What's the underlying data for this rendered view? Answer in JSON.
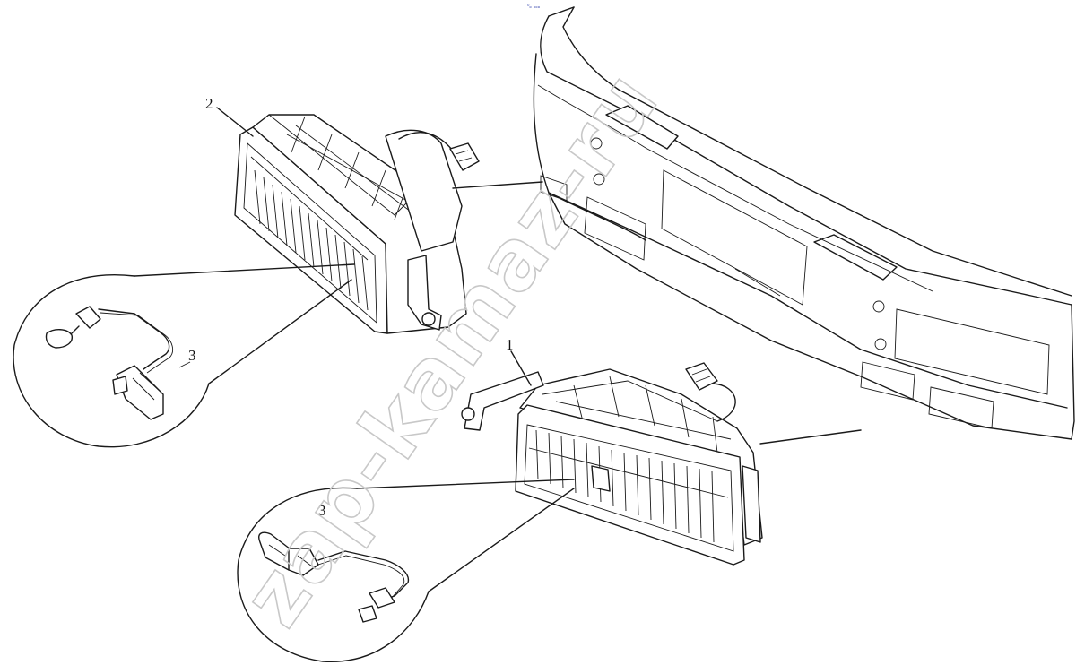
{
  "diagram": {
    "callouts": {
      "fog_lamp_right": "1",
      "fog_lamp_left": "2",
      "bulb_left": "3",
      "bulb_right": "3"
    },
    "watermark": "zap-kamaz-ru"
  },
  "top_mark": "⁰ₒ ₒₒₒ",
  "colors": {
    "line": "#1a1a1a",
    "watermark": "#c8c8c8",
    "background": "#ffffff"
  }
}
